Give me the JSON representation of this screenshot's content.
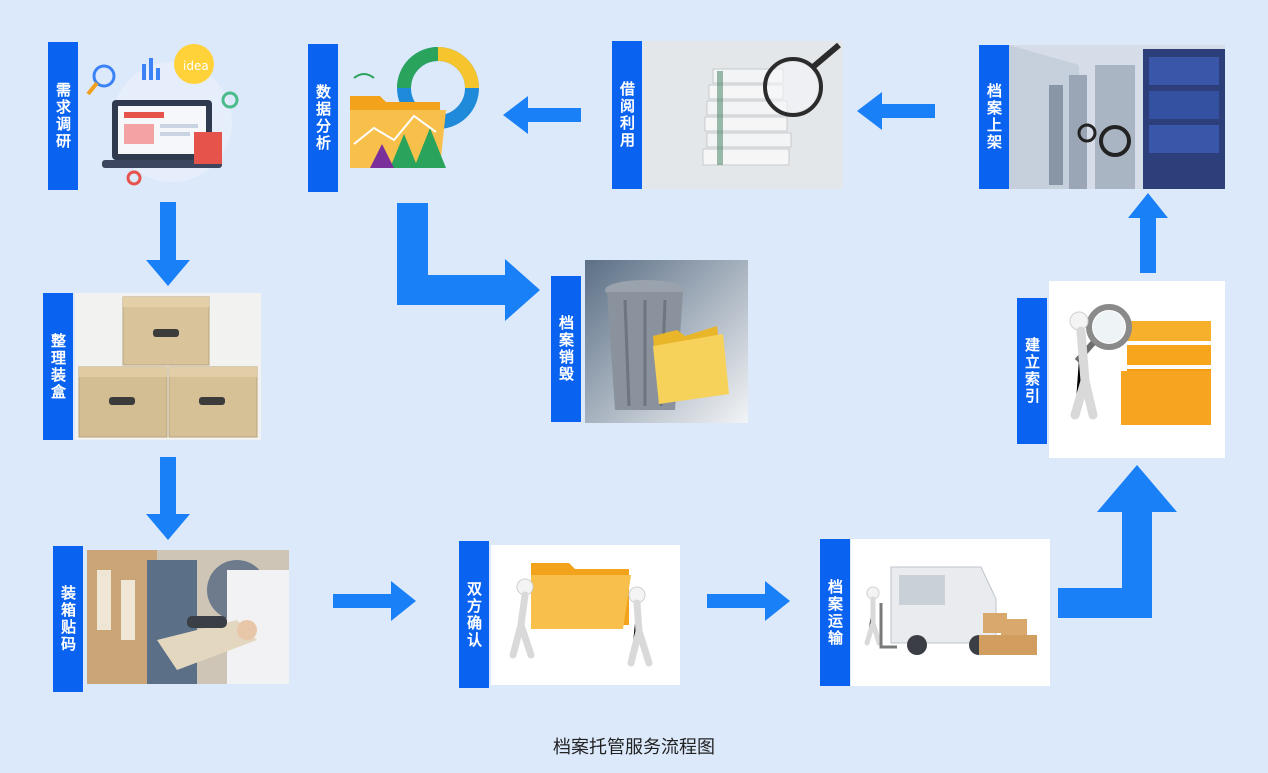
{
  "diagram": {
    "caption": "档案托管服务流程图",
    "steps": {
      "research": {
        "label": "需求调研"
      },
      "sorting": {
        "label": "整理装盒"
      },
      "labeling": {
        "label": "装箱贴码"
      },
      "confirm": {
        "label": "双方确认"
      },
      "transport": {
        "label": "档案运输"
      },
      "indexing": {
        "label": "建立索引"
      },
      "shelving": {
        "label": "档案上架"
      },
      "borrowing": {
        "label": "借阅利用"
      },
      "analysis": {
        "label": "数据分析"
      },
      "destruction": {
        "label": "档案销毁"
      }
    },
    "colors": {
      "background": "#dce9fb",
      "accent": "#0a63f0",
      "arrow": "#1a80f7"
    },
    "flow": [
      "需求调研",
      "整理装盒",
      "装箱贴码",
      "双方确认",
      "档案运输",
      "建立索引",
      "档案上架",
      "借阅利用",
      "数据分析",
      "档案销毁"
    ]
  }
}
